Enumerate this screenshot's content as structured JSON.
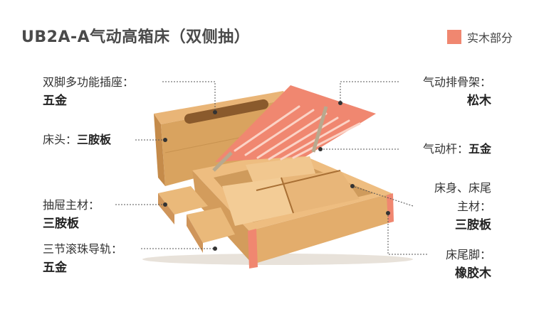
{
  "title": "UB2A-A气动高箱床（双侧抽）",
  "legend": {
    "label": "实木部分",
    "color": "#f08770"
  },
  "callouts": {
    "socket": {
      "name": "双脚多功能插座：",
      "material": "五金"
    },
    "headboard": {
      "name": "床头：",
      "material": "三胺板"
    },
    "drawer": {
      "name": "抽屉主材：",
      "material": "三胺板"
    },
    "rail": {
      "name": "三节滚珠导轨：",
      "material": "五金"
    },
    "frame": {
      "name": "气动排骨架：",
      "material": "松木"
    },
    "rod": {
      "name": "气动杆：",
      "material": "五金"
    },
    "body": {
      "name_line1": "床身、床尾",
      "name_line2": "主材：",
      "material": "三胺板"
    },
    "foot": {
      "name": "床尾脚：",
      "material": "橡胶木"
    }
  }
}
